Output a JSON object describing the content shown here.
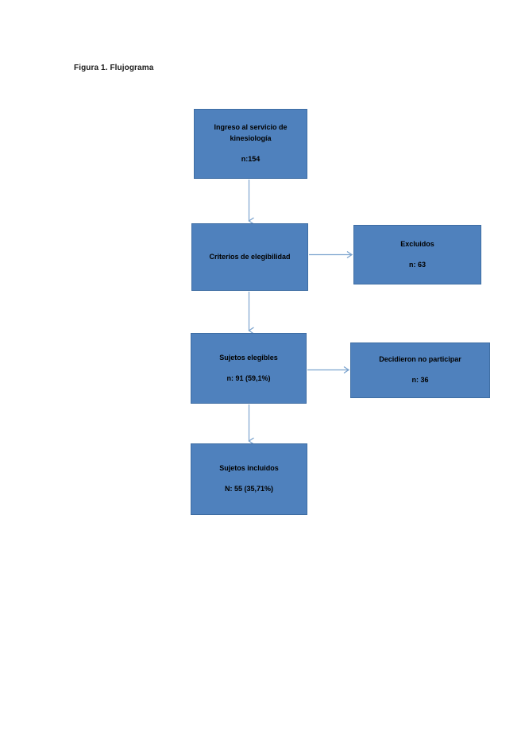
{
  "figure": {
    "caption": "Figura 1. Flujograma"
  },
  "colors": {
    "box_fill": "#4F81BD",
    "box_border": "#3E6DA3",
    "arrow": "#7BA3CE",
    "text": "#000000",
    "page_background": "#ffffff"
  },
  "chart_data": {
    "type": "diagram",
    "title": "Figura 1. Flujograma",
    "diagram_kind": "flowchart",
    "orientation": "top-to-bottom",
    "nodes": [
      {
        "id": "ingreso",
        "label": "Ingreso al servicio de kinesiología",
        "line1": "Ingreso al servicio de",
        "line2": "kinesiología",
        "count_label": "n:154",
        "n": 154,
        "column": "main",
        "row": 1
      },
      {
        "id": "criterios",
        "label": "Criterios de elegibilidad",
        "line1": "Criterios de elegibilidad",
        "count_label": "",
        "column": "main",
        "row": 2
      },
      {
        "id": "excluidos",
        "label": "Excluidos",
        "line1": "Excluidos",
        "count_label": "n: 63",
        "n": 63,
        "column": "side",
        "row": 2
      },
      {
        "id": "elegibles",
        "label": "Sujetos elegibles",
        "line1": "Sujetos elegibles",
        "count_label": "n: 91 (59,1%)",
        "n": 91,
        "percent": 59.1,
        "column": "main",
        "row": 3
      },
      {
        "id": "decidieron",
        "label": "Decidieron no participar",
        "line1": "Decidieron no participar",
        "count_label": "n: 36",
        "n": 36,
        "column": "side",
        "row": 3
      },
      {
        "id": "incluidos",
        "label": "Sujetos incluidos",
        "line1": "Sujetos incluidos",
        "count_label": "N: 55 (35,71%)",
        "n": 55,
        "percent": 35.71,
        "column": "main",
        "row": 4
      }
    ],
    "edges": [
      {
        "from": "ingreso",
        "to": "criterios",
        "direction": "down"
      },
      {
        "from": "criterios",
        "to": "excluidos",
        "direction": "right"
      },
      {
        "from": "criterios",
        "to": "elegibles",
        "direction": "down"
      },
      {
        "from": "elegibles",
        "to": "decidieron",
        "direction": "right"
      },
      {
        "from": "elegibles",
        "to": "incluidos",
        "direction": "down"
      }
    ]
  }
}
